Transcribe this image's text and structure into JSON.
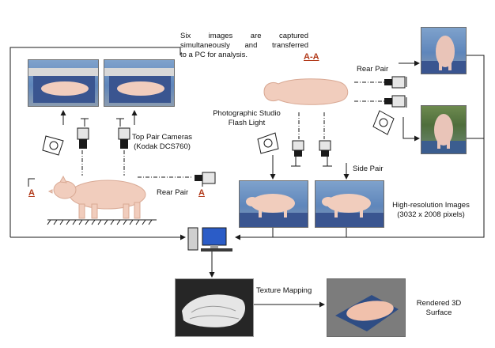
{
  "caption": {
    "line1": "Six images are captured",
    "line2": "simultaneously and transferred",
    "line3": "to a PC for analysis."
  },
  "section_marks": {
    "top_view": "A-A",
    "left_marker": "A",
    "right_marker": "A"
  },
  "labels": {
    "rear_pair_right": "Rear Pair",
    "rear_pair_left": "Rear Pair",
    "top_pair_line1": "Top Pair Cameras",
    "top_pair_line2": "(Kodak DCS760)",
    "flash_line1": "Photographic Studio",
    "flash_line2": "Flash Light",
    "side_pair": "Side Pair",
    "hires_line1": "High-resolution Images",
    "hires_line2": "(3032 x 2008 pixels)",
    "texture_mapping": "Texture Mapping",
    "rendered_line1": "Rendered 3D",
    "rendered_line2": "Surface"
  },
  "colors": {
    "line": "#1a1a1a",
    "pig": "#f1cdbd",
    "pig_shadow": "#d9a994",
    "section_mark": "#b23a1a",
    "photo_blue": "#6f94c2",
    "mat": "#2e4a86"
  },
  "icons": {
    "camera": "camera-icon",
    "flash": "flash-light-icon",
    "computer": "computer-icon",
    "pig": "pig-icon"
  }
}
